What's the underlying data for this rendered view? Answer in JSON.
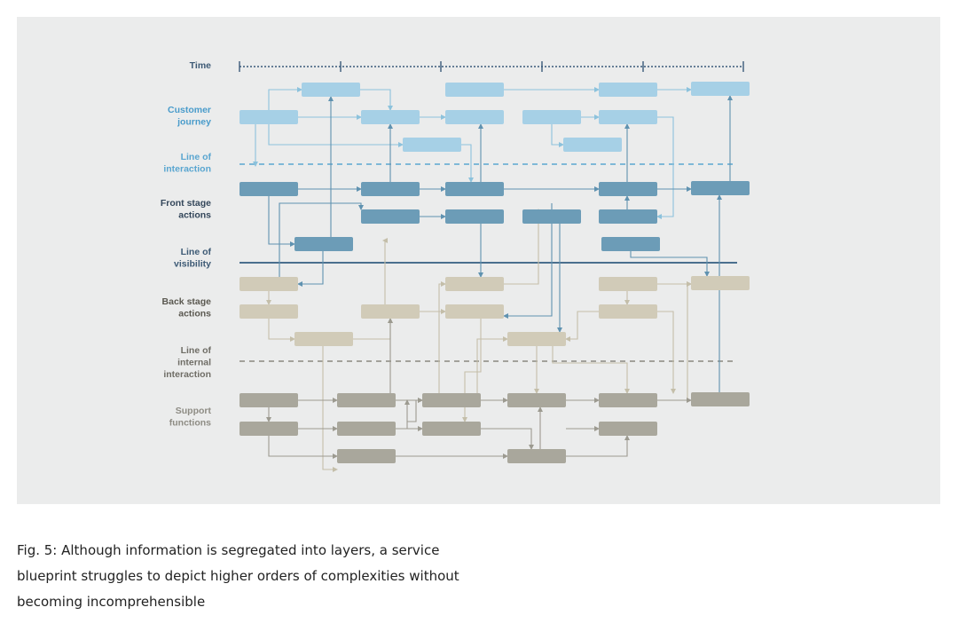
{
  "diagram": {
    "lanes": [
      {
        "key": "time",
        "label_lines": [
          "Time"
        ],
        "kind": "timeline"
      },
      {
        "key": "customer",
        "label_lines": [
          "Customer",
          "journey"
        ],
        "kind": "lane"
      },
      {
        "key": "interaction",
        "label_lines": [
          "Line of",
          "interaction"
        ],
        "kind": "divider"
      },
      {
        "key": "front",
        "label_lines": [
          "Front stage",
          "actions"
        ],
        "kind": "lane"
      },
      {
        "key": "visibility",
        "label_lines": [
          "Line of",
          "visibility"
        ],
        "kind": "divider"
      },
      {
        "key": "back",
        "label_lines": [
          "Back stage",
          "actions"
        ],
        "kind": "lane"
      },
      {
        "key": "internal",
        "label_lines": [
          "Line of",
          "internal",
          "interaction"
        ],
        "kind": "divider"
      },
      {
        "key": "support",
        "label_lines": [
          "Support",
          "functions"
        ],
        "kind": "lane"
      }
    ],
    "colors": {
      "timeline": "#3a5a7a",
      "customer_box": "#a6d0e6",
      "customer_line": "#8cc2dc",
      "front_box": "#6c9cb7",
      "front_line": "#5f92b0",
      "back_box": "#d1cbb8",
      "back_line": "#c4bea9",
      "support_box": "#a9a79c",
      "support_line": "#9c9a90",
      "interaction_divider": "#5aa6d0",
      "visibility_divider": "#4a6f8e",
      "internal_divider": "#8a8880",
      "label_customer": "#4a9ccb",
      "label_interaction": "#5aa6d0",
      "label_front": "#33465a",
      "label_visibility": "#3d5a75",
      "label_back": "#5a5850",
      "label_internal": "#6f6d66",
      "label_support": "#8e8c84",
      "label_time": "#3d5a75"
    }
  },
  "caption": "Fig. 5: Although information is segregated into layers, a service blueprint struggles to depict higher orders of complexities without becoming incomprehensible"
}
